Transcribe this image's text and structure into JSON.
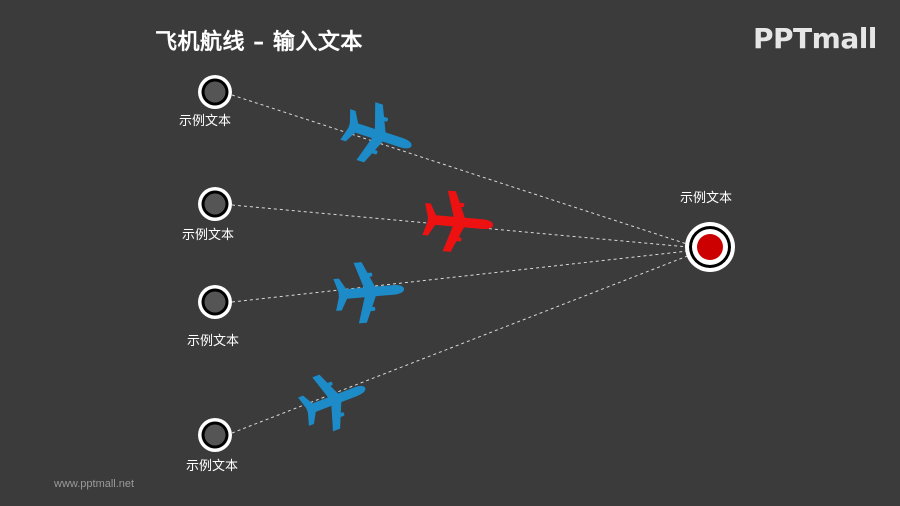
{
  "header": {
    "title": "飞机航线 – 输入文本"
  },
  "logo": {
    "text": "PPTmall"
  },
  "footer": {
    "url": "www.pptmall.net"
  },
  "origins": [
    {
      "label": "示例文本"
    },
    {
      "label": "示例文本"
    },
    {
      "label": "示例文本"
    },
    {
      "label": "示例文本"
    }
  ],
  "destination": {
    "label": "示例文本"
  },
  "colors": {
    "background": "#3b3b3b",
    "plane_blue": "#1c8bc7",
    "plane_red": "#ee1111",
    "destination_dot": "#cc0000",
    "node_fill": "#555555"
  },
  "planes": [
    {
      "color": "blue"
    },
    {
      "color": "red"
    },
    {
      "color": "blue"
    },
    {
      "color": "blue"
    }
  ]
}
